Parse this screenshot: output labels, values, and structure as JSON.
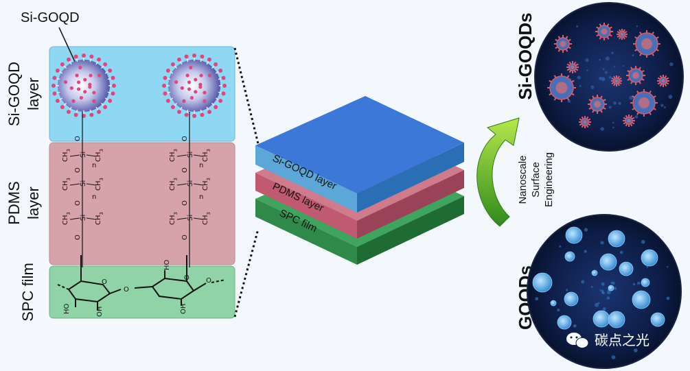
{
  "labels": {
    "si_goqd_pointer": "Si-GOQD",
    "si_goqd_layer_line1": "Si-GOQD",
    "si_goqd_layer_line2": "layer",
    "pdms_layer_line1": "PDMS",
    "pdms_layer_line2": "layer",
    "spc_film": "SPC film"
  },
  "stack": {
    "top_label": "Si-GOQD layer",
    "middle_label": "PDMS layer",
    "bottom_label": "SPC film"
  },
  "arrow_text": {
    "line1": "Nanoscale",
    "line2": "Surface",
    "line3": "Engineering"
  },
  "circles": {
    "top_title": "Si-GOQDs",
    "bottom_title": "GOQDs"
  },
  "chemistry": {
    "methyl": "CH",
    "sub3": "3",
    "silicon": "Si",
    "oxygen": "O",
    "hydroxyl": "OH",
    "ho": "HO",
    "repeat_n": "n"
  },
  "watermark": {
    "text": "碳点之光",
    "icon": "wechat-icon"
  },
  "colors": {
    "background": "#f4f7fb",
    "goqd_panel": "#8fd8f4",
    "pdms_panel": "#d6a3ab",
    "spc_panel": "#8fd3a6",
    "stack_top": "#3b78d8",
    "stack_top_side": "#5aa7d8",
    "pdms_side": "#c05a70",
    "spc_side": "#2f8a4a",
    "arrow_green": "#6bbf2a",
    "circle_dark": "#0b1734"
  }
}
